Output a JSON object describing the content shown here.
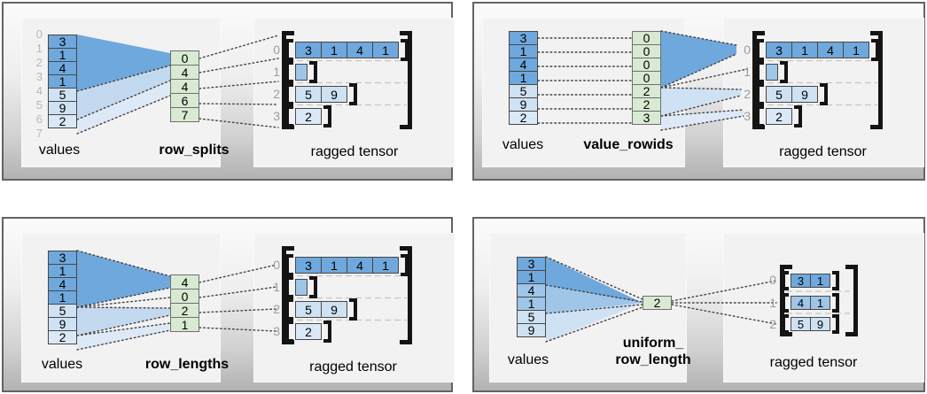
{
  "figure": {
    "description_labels": {
      "values_label": "values",
      "tensor_label": "ragged tensor"
    }
  },
  "colors": {
    "dark_blue": "#6fa8dc",
    "medium_blue": "#9fc5e8",
    "light_blue": "#cfe2f3",
    "pale_blue": "#dbe8f7",
    "green": "#d9ead3"
  },
  "panels": [
    {
      "name": "row_splits",
      "values_label": "values",
      "param_label": "row_splits",
      "tensor_label": "ragged tensor",
      "boundary_indices": [
        "0",
        "1",
        "2",
        "3",
        "4",
        "5",
        "6",
        "7"
      ],
      "values": [
        "3",
        "1",
        "4",
        "1",
        "5",
        "9",
        "2"
      ],
      "param": [
        "0",
        "4",
        "4",
        "6",
        "7"
      ],
      "row_indices": [
        "0",
        "1",
        "2",
        "3"
      ],
      "rows": [
        [
          "3",
          "1",
          "4",
          "1"
        ],
        [],
        [
          "5",
          "9"
        ],
        [
          "2"
        ]
      ]
    },
    {
      "name": "value_rowids",
      "values_label": "values",
      "param_label": "value_rowids",
      "tensor_label": "ragged tensor",
      "values": [
        "3",
        "1",
        "4",
        "1",
        "5",
        "9",
        "2"
      ],
      "param": [
        "0",
        "0",
        "0",
        "0",
        "2",
        "2",
        "3"
      ],
      "row_indices": [
        "0",
        "1",
        "2",
        "3"
      ],
      "rows": [
        [
          "3",
          "1",
          "4",
          "1"
        ],
        [],
        [
          "5",
          "9"
        ],
        [
          "2"
        ]
      ]
    },
    {
      "name": "row_lengths",
      "values_label": "values",
      "param_label": "row_lengths",
      "tensor_label": "ragged tensor",
      "values": [
        "3",
        "1",
        "4",
        "1",
        "5",
        "9",
        "2"
      ],
      "param": [
        "4",
        "0",
        "2",
        "1"
      ],
      "row_indices": [
        "0",
        "1",
        "2",
        "3"
      ],
      "rows": [
        [
          "3",
          "1",
          "4",
          "1"
        ],
        [],
        [
          "5",
          "9"
        ],
        [
          "2"
        ]
      ]
    },
    {
      "name": "uniform_row_length",
      "values_label": "values",
      "param_label_line1": "uniform_",
      "param_label_line2": "row_length",
      "tensor_label": "ragged tensor",
      "values": [
        "3",
        "1",
        "4",
        "1",
        "5",
        "9"
      ],
      "param": [
        "2"
      ],
      "row_indices": [
        "0",
        "1",
        "2"
      ],
      "rows": [
        [
          "3",
          "1"
        ],
        [
          "4",
          "1"
        ],
        [
          "5",
          "9"
        ]
      ]
    }
  ]
}
